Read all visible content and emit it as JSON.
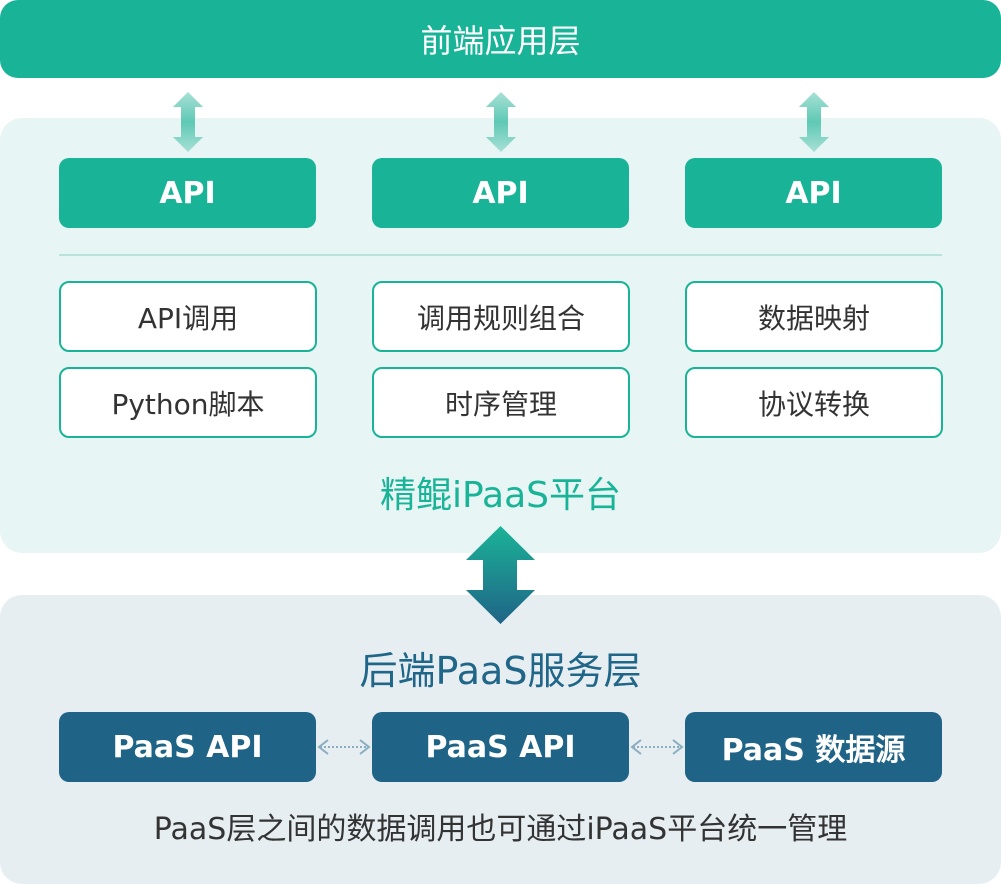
{
  "front_layer": {
    "title": "前端应用层"
  },
  "platform": {
    "apis": [
      "API",
      "API",
      "API"
    ],
    "functions": [
      [
        "API调用",
        "调用规则组合",
        "数据映射"
      ],
      [
        "Python脚本",
        "时序管理",
        "协议转换"
      ]
    ],
    "title": "精鲲iPaaS平台"
  },
  "backend": {
    "title": "后端PaaS服务层",
    "boxes": [
      "PaaS API",
      "PaaS API",
      "PaaS 数据源"
    ],
    "note": "PaaS层之间的数据调用也可通过iPaaS平台统一管理"
  },
  "colors": {
    "green": "#19b398",
    "blue": "#1f6486"
  }
}
